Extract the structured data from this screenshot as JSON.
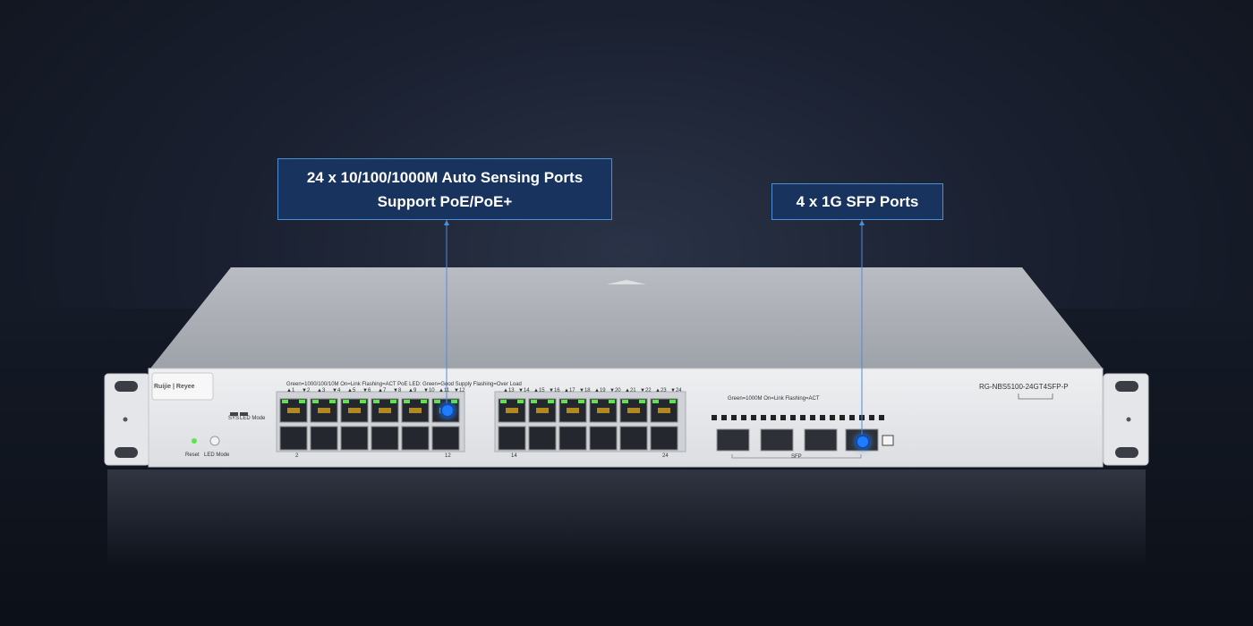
{
  "callouts": {
    "rj45": {
      "line1": "24 x 10/100/1000M Auto Sensing Ports",
      "line2": "Support PoE/PoE+"
    },
    "sfp": {
      "line1": "4 x 1G SFP Ports"
    }
  },
  "device": {
    "model": "RG-NBS5100-24GT4SFP-P",
    "brand": "Ruijie | Reyee",
    "legend_rj45": "Green=1000/100/10M   On=Link   Flashing=ACT   PoE LED: Green=Good Supply   Flashing=Over Load",
    "legend_sfp": "Green=1000M   On=Link   Flashing=ACT",
    "sys_label": "SYS",
    "led_mode_label": "LED Mode",
    "reset_label": "Reset",
    "led_mode_button_label": "LED Mode",
    "sfp_label": "SFP",
    "port_labels_top": [
      "1",
      "2",
      "3",
      "4",
      "5",
      "6",
      "7",
      "8",
      "9",
      "10",
      "11",
      "12",
      "13",
      "14",
      "15",
      "16",
      "17",
      "18",
      "19",
      "20",
      "21",
      "22",
      "23",
      "24"
    ],
    "bottom_labels": [
      "2",
      "12",
      "14",
      "24"
    ],
    "colors": {
      "link_led": "#5be64a",
      "chassis": "#d6d8dc",
      "callout_bg": "#17335e",
      "callout_border": "#4a8fd8",
      "marker": "#1e7cff"
    }
  }
}
